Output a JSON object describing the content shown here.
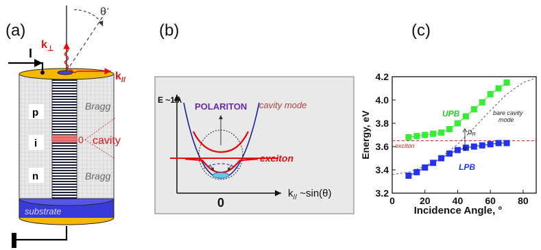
{
  "panel_a": {
    "label": "(a)",
    "current_label": "I",
    "k_perp": "k",
    "k_perp_sub": "⊥",
    "k_par": "k",
    "k_par_sub": "//",
    "theta": "θ",
    "layers": {
      "p": "p",
      "i": "i",
      "n": "n"
    },
    "bragg_top": "Bragg",
    "bragg_bottom": "Bragg",
    "cavity": "cavity",
    "substrate": "substrate"
  },
  "panel_b": {
    "label": "(b)",
    "y_axis": "E ~1/λ",
    "polariton": "POLARITON",
    "cavity_mode": "cavity mode",
    "exciton": "exciton",
    "x_axis_k": "k",
    "x_axis_sub": "//",
    "x_axis_rest": " ~sin(θ)",
    "zero": "0"
  },
  "panel_c": {
    "label": "(c)",
    "ylabel": "Energy, eV",
    "xlabel": "Incidence Angle, °",
    "upb": "UPB",
    "lpb": "LPB",
    "exciton": "exciton",
    "bare_cavity_1": "bare cavity",
    "bare_cavity_2": "mode",
    "omega": "Ω",
    "omega_sub": "R"
  },
  "chart_data": {
    "type": "scatter",
    "title": "",
    "xlabel": "Incidence Angle, °",
    "ylabel": "Energy, eV",
    "xlim": [
      0,
      88
    ],
    "ylim": [
      3.2,
      4.2
    ],
    "xticks": [
      0,
      20,
      40,
      60,
      80
    ],
    "yticks": [
      3.2,
      3.4,
      3.6,
      3.8,
      4.0,
      4.2
    ],
    "grid": false,
    "colors": {
      "UPB": "#33ee33",
      "LPB": "#2233ee",
      "exciton": "#dd2222",
      "cavity": "#555555"
    },
    "series": [
      {
        "name": "UPB",
        "x": [
          10,
          15,
          20,
          25,
          30,
          35,
          40,
          45,
          50,
          55,
          60,
          65,
          70
        ],
        "y": [
          3.68,
          3.69,
          3.7,
          3.71,
          3.72,
          3.75,
          3.8,
          3.86,
          3.92,
          3.98,
          4.05,
          4.1,
          4.15
        ]
      },
      {
        "name": "LPB",
        "x": [
          10,
          15,
          20,
          25,
          30,
          35,
          40,
          45,
          50,
          55,
          60,
          65,
          70
        ],
        "y": [
          3.35,
          3.38,
          3.42,
          3.46,
          3.5,
          3.54,
          3.57,
          3.59,
          3.6,
          3.61,
          3.62,
          3.63,
          3.63
        ]
      },
      {
        "name": "exciton",
        "x": [
          0,
          88
        ],
        "y": [
          3.65,
          3.65
        ]
      },
      {
        "name": "bare cavity mode",
        "x": [
          0,
          10,
          20,
          30,
          40,
          50,
          60,
          70,
          80,
          88
        ],
        "y": [
          3.36,
          3.38,
          3.43,
          3.51,
          3.62,
          3.76,
          3.91,
          4.05,
          4.15,
          4.19
        ]
      }
    ]
  }
}
